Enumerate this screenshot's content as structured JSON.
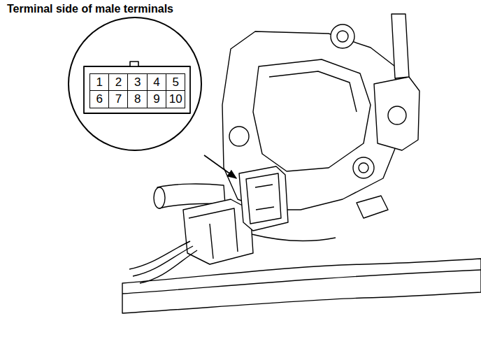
{
  "diagram": {
    "title": "Terminal side of male terminals",
    "nodes": [
      {
        "text": [
          "1"
        ]
      },
      {
        "text": [
          "2"
        ]
      },
      {
        "text": [
          "3"
        ]
      },
      {
        "text": [
          "4"
        ]
      },
      {
        "text": [
          "5"
        ]
      },
      {
        "text": [
          "6"
        ]
      },
      {
        "text": [
          "7"
        ]
      },
      {
        "text": [
          "8"
        ]
      },
      {
        "text": [
          "9"
        ]
      },
      {
        "text": [
          "10"
        ]
      }
    ]
  }
}
